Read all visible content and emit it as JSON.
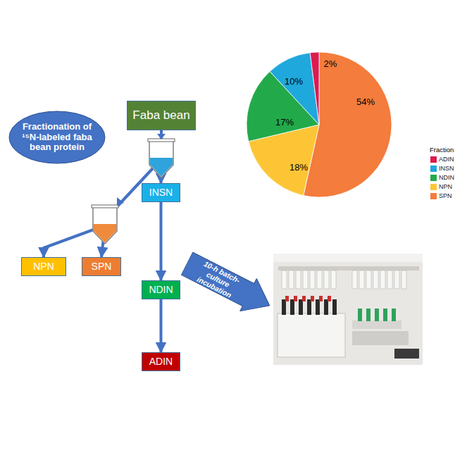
{
  "diagram": {
    "nodes": [
      {
        "text": [
          "Fractionation of ¹⁵N-labeled faba bean protein"
        ]
      },
      {
        "text": [
          "Faba bean"
        ]
      },
      {
        "text": [
          "INSN"
        ]
      },
      {
        "text": [
          "NPN"
        ]
      },
      {
        "text": [
          "SPN"
        ]
      },
      {
        "text": [
          "NDIN"
        ]
      },
      {
        "text": [
          "ADIN"
        ]
      },
      {
        "text": [
          "10-h batch-culture incubation"
        ]
      }
    ],
    "edges": [
      {
        "from": 1,
        "to": 2,
        "arrow": "to"
      },
      {
        "from": 1,
        "to": 3,
        "arrow": "to"
      },
      {
        "from": 1,
        "to": 4,
        "arrow": "to"
      },
      {
        "from": 2,
        "to": 5,
        "arrow": "to"
      },
      {
        "from": 5,
        "to": 6,
        "arrow": "to"
      }
    ],
    "labels": [
      "54%",
      "18%",
      "17%",
      "10%",
      "2%",
      "Fraction"
    ],
    "legend": [
      {
        "text": "ADIN",
        "color": "#dc1b4e"
      },
      {
        "text": "INSN",
        "color": "#1fa8dc"
      },
      {
        "text": "NDIN",
        "color": "#22aa4a"
      },
      {
        "text": "NPN",
        "color": "#fdc536"
      },
      {
        "text": "SPN",
        "color": "#f47c3c"
      }
    ]
  }
}
